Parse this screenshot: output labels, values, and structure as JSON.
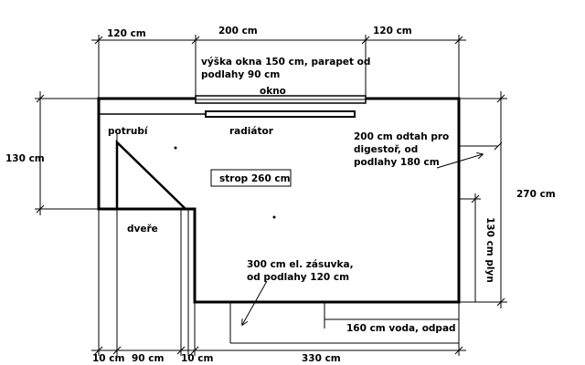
{
  "dimensions": {
    "top_left": "120 cm",
    "top_middle": "200 cm",
    "top_right": "120 cm",
    "left_height": "130 cm",
    "right_height": "270 cm",
    "bottom_left_wall": "10 cm",
    "bottom_door": "90 cm",
    "bottom_mid_wall": "10 cm",
    "bottom_right": "330 cm"
  },
  "annotations": {
    "window_height_line1": "výška okna 150 cm, parapet od",
    "window_height_line2": "podlahy 90 cm",
    "window": "okno",
    "radiator": "radiátor",
    "pipe": "potrubí",
    "door": "dveře",
    "ceiling": "strop 260 cm",
    "hood_line1": "200 cm odtah pro",
    "hood_line2": "digestoř, od",
    "hood_line3": "podlahy 180 cm",
    "socket_line1": "300 cm el. zásuvka,",
    "socket_line2": "od podlahy 120 cm",
    "water": "160 cm voda, odpad",
    "gas": "130 cm plyn"
  }
}
